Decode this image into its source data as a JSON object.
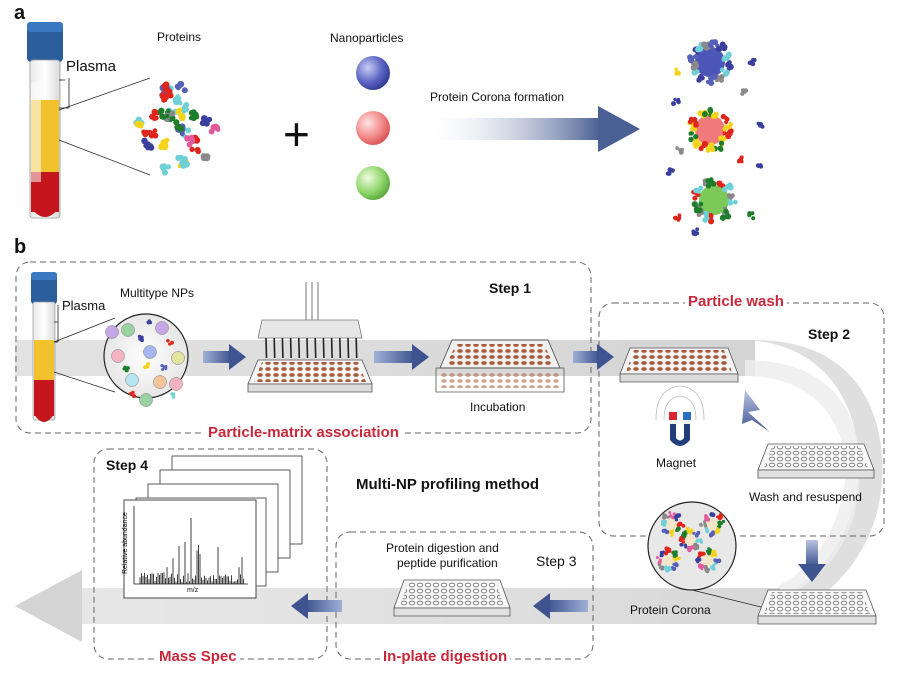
{
  "panel_a": {
    "label": "a",
    "plasma": "Plasma",
    "proteins": "Proteins",
    "nanoparticles": "Nanoparticles",
    "plus": "+",
    "corona_formation": "Protein Corona formation"
  },
  "panel_b": {
    "label": "b",
    "plasma": "Plasma",
    "multitype_nps": "Multitype NPs",
    "step1": "Step 1",
    "incubation": "Incubation",
    "particle_matrix": "Particle-matrix association",
    "particle_wash": "Particle wash",
    "step2": "Step 2",
    "magnet": "Magnet",
    "wash_resuspend": "Wash and resuspend",
    "method_title": "Multi-NP profiling method",
    "step4": "Step 4",
    "relative_abundance": "Relative abundance",
    "mz": "m/z",
    "digestion_line1": "Protein digestion and",
    "digestion_line2": "peptide purification",
    "step3": "Step 3",
    "protein_corona": "Protein Corona",
    "mass_spec": "Mass Spec",
    "in_plate": "In-plate digestion"
  },
  "colors": {
    "accent_red": "#c8283a",
    "arrow_blue": "#4a5f94",
    "tube_cap": "#2a5d9c",
    "plasma_yellow": "#f2c12e",
    "blood_red": "#c4161c",
    "np_blue": "#4b56b8",
    "np_red": "#f07a7a",
    "np_green": "#7cc95a"
  },
  "icons": [
    "blood-tube-icon",
    "magnet-icon",
    "well-plate-icon",
    "pipette-icon",
    "spectrum-icon"
  ]
}
